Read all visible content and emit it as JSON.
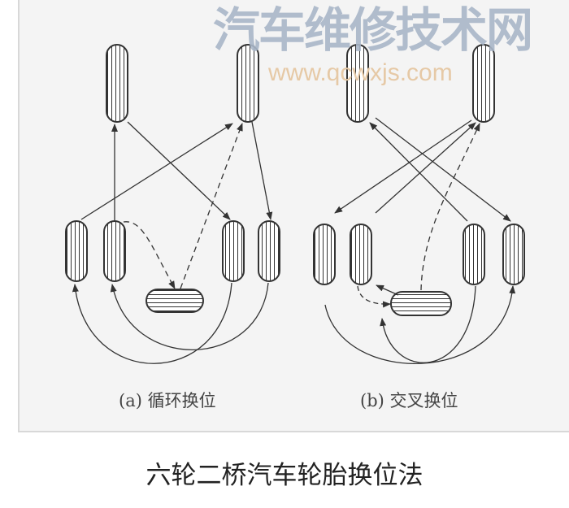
{
  "watermark": {
    "title": "汽车维修技术网",
    "url": "www.qcwxjs.com"
  },
  "diagram": {
    "sub_a": "(a) 循环换位",
    "sub_b": "(b) 交叉换位"
  },
  "caption": "六轮二桥汽车轮胎换位法",
  "colors": {
    "line": "#333333",
    "watermark_title": "#a9b6c8",
    "watermark_url": "#e6c9a6"
  }
}
